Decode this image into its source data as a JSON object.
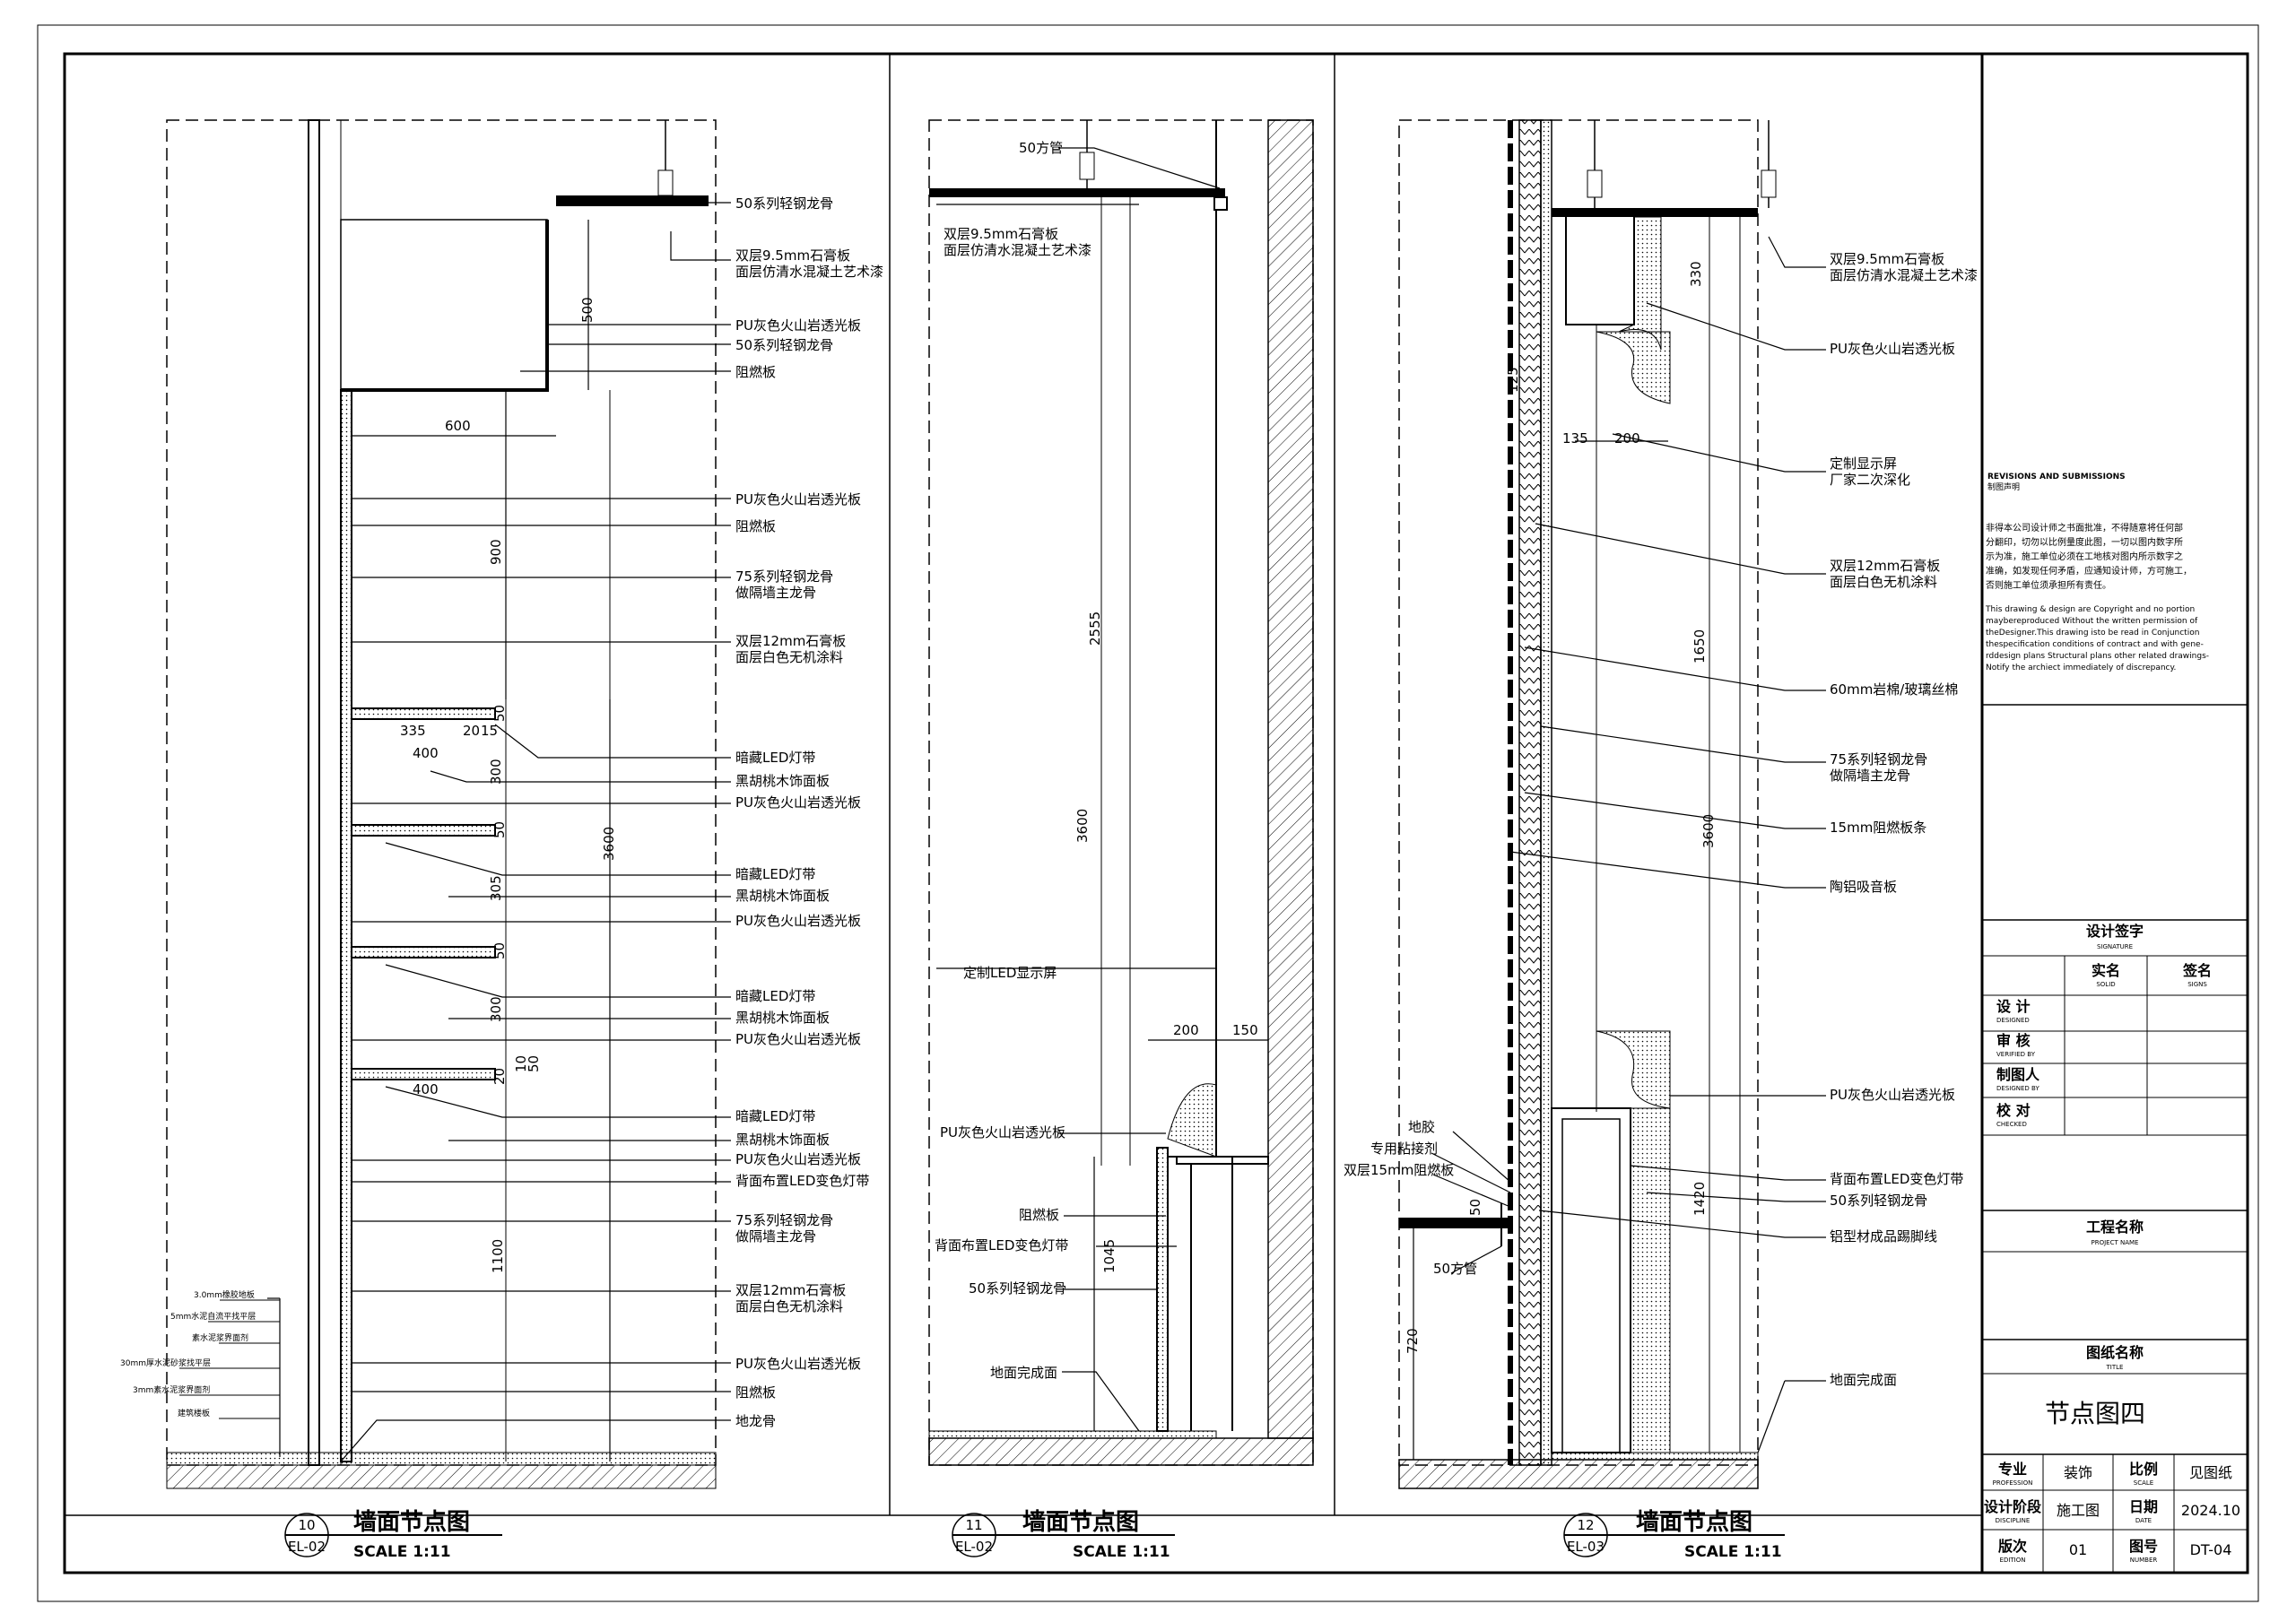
{
  "panels": [
    {
      "number": "10",
      "ref": "EL-02",
      "title": "墙面节点图",
      "scale": "SCALE  1:11",
      "labels": [
        "50系列轻钢龙骨",
        "双层9.5mm石膏板\n面层仿清水混凝土艺术漆",
        "PU灰色火山岩透光板",
        "50系列轻钢龙骨",
        "阻燃板",
        "PU灰色火山岩透光板",
        "阻燃板",
        "75系列轻钢龙骨\n做隔墙主龙骨",
        "双层12mm石膏板\n面层白色无机涂料",
        "暗藏LED灯带",
        "黑胡桃木饰面板",
        "PU灰色火山岩透光板",
        "暗藏LED灯带",
        "黑胡桃木饰面板",
        "PU灰色火山岩透光板",
        "暗藏LED灯带",
        "黑胡桃木饰面板",
        "PU灰色火山岩透光板",
        "暗藏LED灯带",
        "黑胡桃木饰面板",
        "PU灰色火山岩透光板",
        "背面布置LED变色灯带",
        "75系列轻钢龙骨\n做隔墙主龙骨",
        "双层12mm石膏板\n面层白色无机涂料",
        "PU灰色火山岩透光板",
        "阻燃板",
        "地龙骨"
      ],
      "floor_labels": [
        "3.0mm橡胶地板",
        "5mm水泥自流平找平层",
        "素水泥浆界面剂",
        "30mm厚水泥砂浆找平层",
        "3mm素水泥浆界面剂",
        "建筑楼板"
      ],
      "dims": [
        "600",
        "500",
        "900",
        "335",
        "20",
        "15",
        "50",
        "400",
        "300",
        "50",
        "305",
        "50",
        "300",
        "400",
        "10",
        "50",
        "20",
        "3600",
        "1100"
      ]
    },
    {
      "number": "11",
      "ref": "EL-02",
      "title": "墙面节点图",
      "scale": "SCALE  1:11",
      "labels": [
        "50方管",
        "双层9.5mm石膏板\n面层仿清水混凝土艺术漆",
        "定制LED显示屏",
        "PU灰色火山岩透光板",
        "阻燃板",
        "背面布置LED变色灯带",
        "50系列轻钢龙骨",
        "地面完成面"
      ],
      "dims": [
        "2555",
        "3600",
        "200",
        "150",
        "1045"
      ]
    },
    {
      "number": "12",
      "ref": "EL-03",
      "title": "墙面节点图",
      "scale": "SCALE  1:11",
      "labels": [
        "双层9.5mm石膏板\n面层仿清水混凝土艺术漆",
        "PU灰色火山岩透光板",
        "定制显示屏\n厂家二次深化",
        "双层12mm石膏板\n面层白色无机涂料",
        "60mm岩棉/玻璃丝棉",
        "75系列轻钢龙骨\n做隔墙主龙骨",
        "15mm阻燃板条",
        "陶铝吸音板",
        "PU灰色火山岩透光板",
        "背面布置LED变色灯带",
        "50系列轻钢龙骨",
        "铝型材成品踢脚线",
        "地面完成面"
      ],
      "left_labels": [
        "地胶",
        "专用粘接剂",
        "双层15mm阻燃板",
        "50方管"
      ],
      "dims": [
        "330",
        "125",
        "135",
        "200",
        "1650",
        "3600",
        "1420",
        "50",
        "720"
      ]
    }
  ],
  "title_block": {
    "revisions_header": "REVISIONS AND SUBMISSIONS",
    "revisions_sub": "制图声明",
    "notice_cn": [
      "非得本公司设计师之书面批准，不得随意将任何部",
      "分翻印，切勿以比例量度此图，一切以图内数字所",
      "示为准，施工单位必须在工地核对图内所示数字之",
      "准确，如发现任何矛盾，应通知设计师，方可施工，",
      "否则施工单位须承担所有责任。"
    ],
    "notice_en": [
      "This drawing & design are Copyright and no portion",
      "maybereproduced Without the written permission of",
      "theDesigner.This drawing isto be read in Conjunction",
      "thespecification conditions of contract and with gene-",
      "rddesign plans Structural plans other related drawings-",
      "Notify the archiect immediately of discrepancy."
    ],
    "signature_header": "设计签字",
    "signature_sub": "SIGNATURE",
    "name_col": "实名",
    "name_col_sub": "SOLID",
    "sign_col": "签名",
    "sign_col_sub": "SIGNS",
    "rows": [
      {
        "label": "设  计",
        "sub": "DESIGNED"
      },
      {
        "label": "审  核",
        "sub": "VERIFIED BY"
      },
      {
        "label": "制图人",
        "sub": "DESIGNED BY"
      },
      {
        "label": "校  对",
        "sub": "CHECKED"
      }
    ],
    "project_header": "工程名称",
    "project_sub": "PROJECT NAME",
    "drawing_header": "图纸名称",
    "drawing_sub": "TITLE",
    "drawing_name": "节点图四",
    "profession_label": "专业",
    "profession_sub": "PROFESSION",
    "profession_value": "装饰",
    "ratio_label": "比例",
    "ratio_sub": "SCALE",
    "ratio_value": "见图纸",
    "stage_label": "设计阶段",
    "stage_sub": "DISCIPLINE",
    "stage_value": "施工图",
    "date_label": "日期",
    "date_sub": "DATE",
    "date_value": "2024.10",
    "edition_label": "版次",
    "edition_sub": "EDITION",
    "edition_value": "01",
    "number_label": "图号",
    "number_sub": "NUMBER",
    "number_value": "DT-04"
  }
}
